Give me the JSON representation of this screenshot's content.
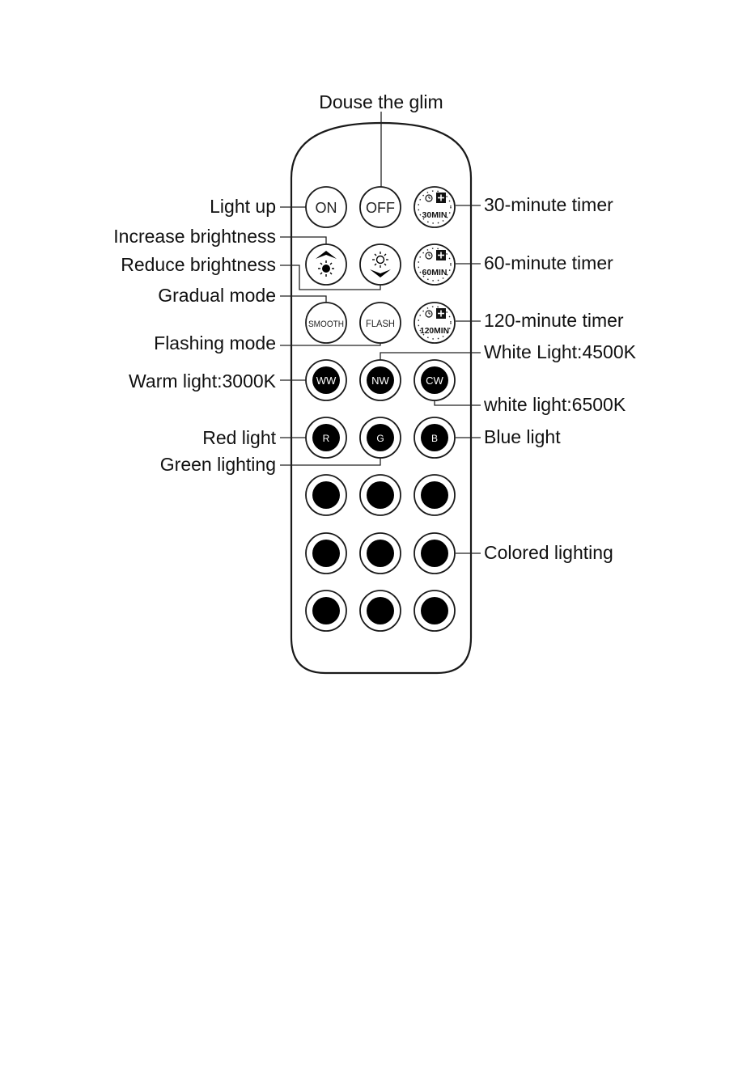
{
  "labels": {
    "douse": "Douse the glim",
    "light_up": "Light up",
    "increase": "Increase brightness",
    "reduce": "Reduce brightness",
    "gradual": "Gradual mode",
    "flashing": "Flashing mode",
    "warm": "Warm light:3000K",
    "red": "Red light",
    "green": "Green lighting",
    "timer30": "30-minute timer",
    "timer60": "60-minute timer",
    "timer120": "120-minute timer",
    "white4500": "White Light:4500K",
    "white6500": "white light:6500K",
    "blue": "Blue light",
    "colored": "Colored lighting"
  },
  "buttons": {
    "on": "ON",
    "off": "OFF",
    "smooth": "SMOOTH",
    "flash": "FLASH",
    "ww": "WW",
    "nw": "NW",
    "cw": "CW",
    "r": "R",
    "g": "G",
    "b": "B",
    "t30": "30MIN",
    "t60": "60MIN",
    "t120": "120MIN"
  },
  "icons": {
    "brightness_up": "sun-up-arrow-icon",
    "brightness_down": "sun-down-arrow-icon",
    "timer": "alarm-clock-plus-icon",
    "color": "filled-dot-icon"
  },
  "colors": {
    "outline": "#1a1a1a",
    "fill_dark": "#000000",
    "background": "#ffffff"
  }
}
